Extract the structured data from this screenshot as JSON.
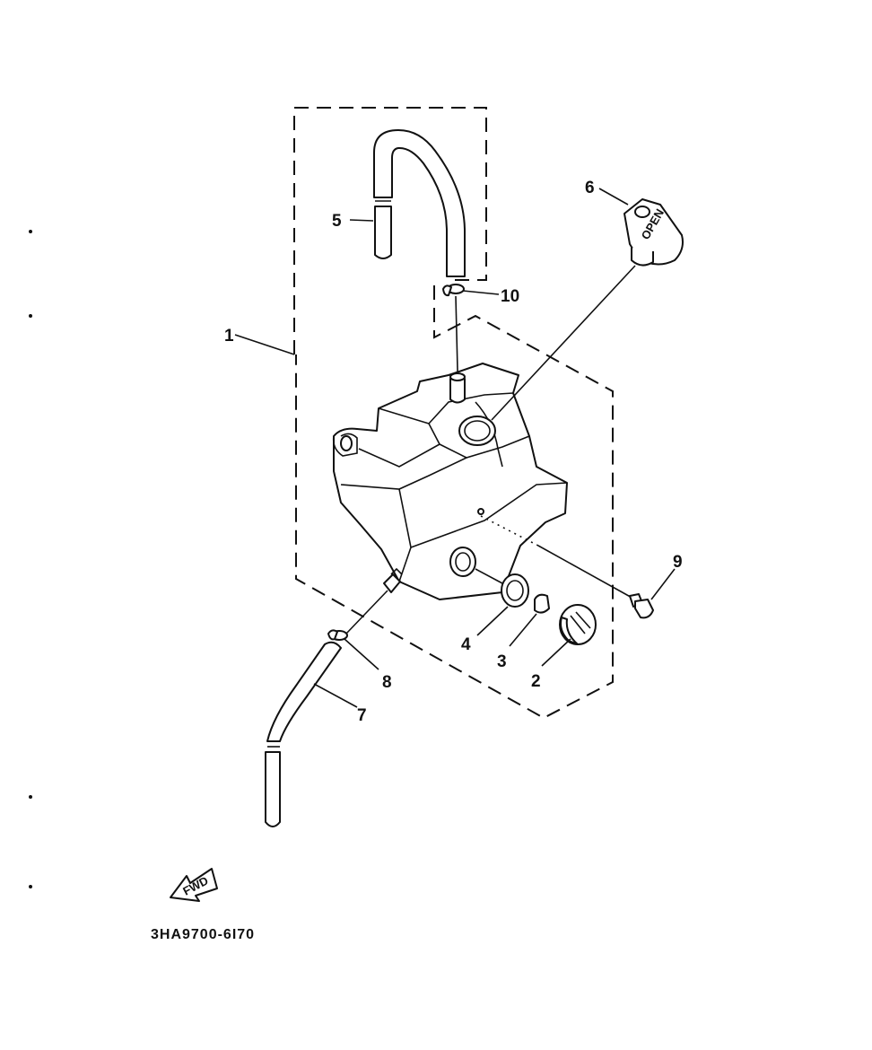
{
  "callouts": {
    "c1": "1",
    "c2": "2",
    "c3": "3",
    "c4": "4",
    "c5": "5",
    "c6": "6",
    "c7": "7",
    "c8": "8",
    "c9": "9",
    "c10": "10"
  },
  "fwd_label": "FWD",
  "diagram_code": "3HA9700-6I70",
  "cap_embossing": "OPEN"
}
